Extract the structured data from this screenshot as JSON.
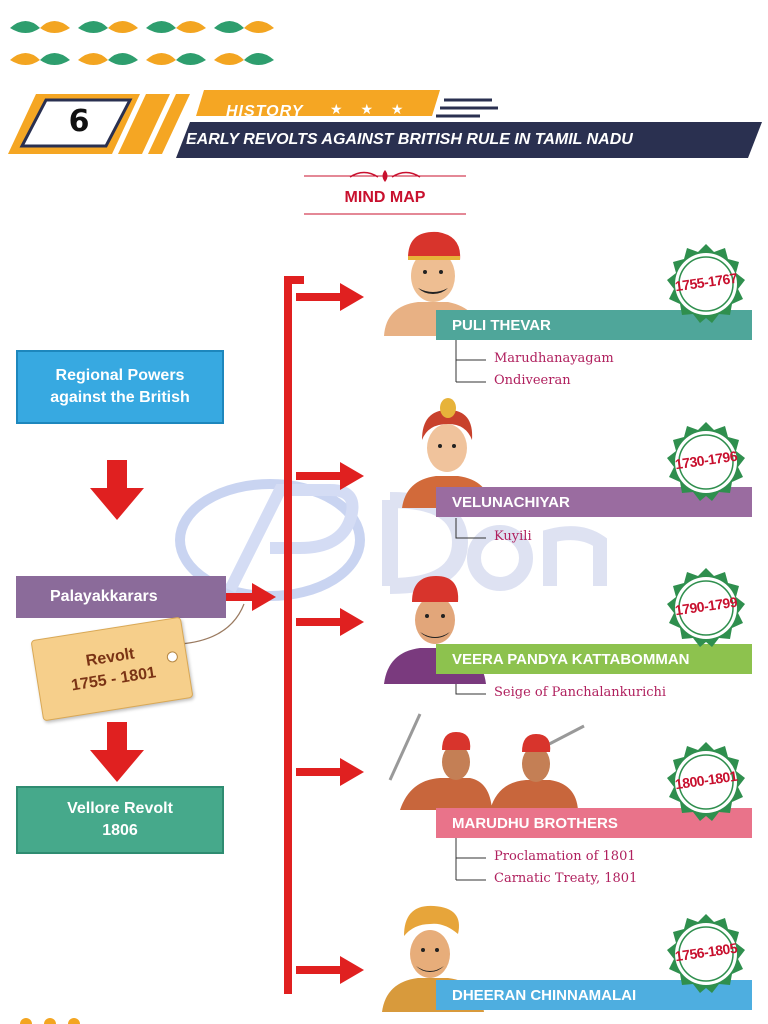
{
  "header": {
    "chapter_number": "6",
    "subject": "HISTORY",
    "stars": "★ ★ ★",
    "chapter_title": "EARLY REVOLTS AGAINST BRITISH RULE IN TAMIL NADU"
  },
  "mind_map_label": "MIND MAP",
  "left_flow": {
    "regional_line1": "Regional Powers",
    "regional_line2": "against the British",
    "palayakkarars": "Palayakkarars",
    "tag_line1": "Revolt",
    "tag_line2": "1755 - 1801",
    "vellore_line1": "Vellore Revolt",
    "vellore_line2": "1806"
  },
  "leaders": [
    {
      "name": "PULI THEVAR",
      "years": "1755-1767",
      "color": "#4fa69a",
      "sub_items": [
        "Marudhanayagam",
        "Ondiveeran"
      ]
    },
    {
      "name": "VELUNACHIYAR",
      "years": "1730-1796",
      "color": "#9a6ca0",
      "sub_items": [
        "Kuyili"
      ]
    },
    {
      "name": "VEERA PANDYA KATTABOMMAN",
      "years": "1790-1799",
      "color": "#8dc24e",
      "sub_items": [
        "Seige of Panchalankurichi"
      ]
    },
    {
      "name": "MARUDHU BROTHERS",
      "years": "1800-1801",
      "color": "#e9738a",
      "sub_items": [
        "Proclamation of 1801",
        "Carnatic Treaty, 1801"
      ]
    },
    {
      "name": "DHEERAN CHINNAMALAI",
      "years": "1756-1805",
      "color": "#4eaee0",
      "sub_items": []
    }
  ],
  "colors": {
    "arrow_red": "#e02020",
    "header_navy": "#2a3050",
    "header_orange": "#f5a623",
    "leaf_green": "#2e9e6e",
    "leaf_orange": "#f3a521"
  }
}
